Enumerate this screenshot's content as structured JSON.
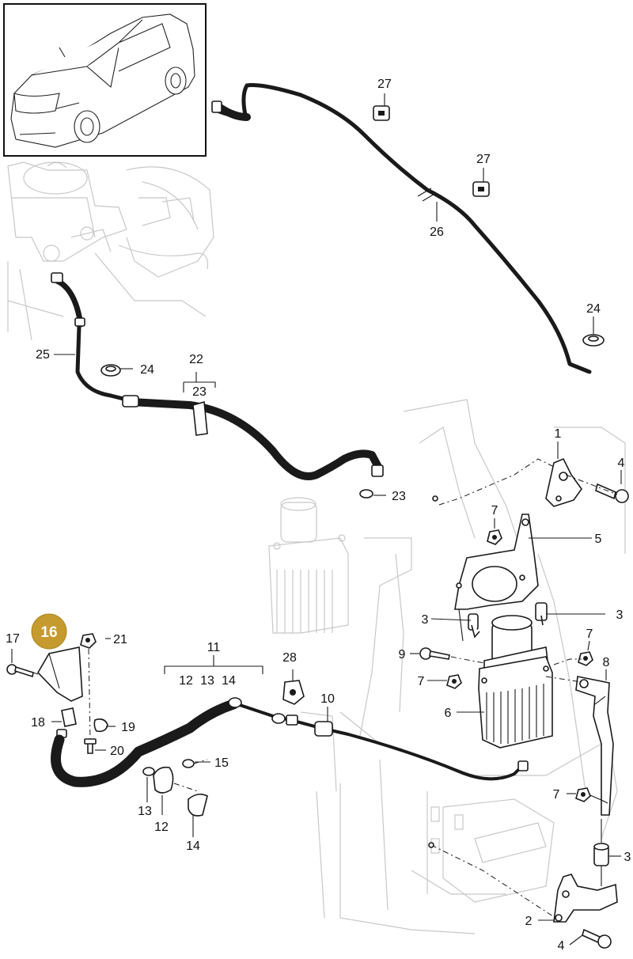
{
  "highlight": {
    "label": "16",
    "color": "#c59a2e"
  },
  "callouts": {
    "c1": "1",
    "c2": "2",
    "c3a": "3",
    "c3b": "3",
    "c3c": "3",
    "c4a": "4",
    "c4b": "4",
    "c5": "5",
    "c6": "6",
    "c7a": "7",
    "c7b": "7",
    "c7c": "7",
    "c7d": "7",
    "c8": "8",
    "c9": "9",
    "c10": "10",
    "c11": "11",
    "c12a": "12",
    "c12b": "12",
    "c13a": "13",
    "c13b": "13",
    "c14a": "14",
    "c14b": "14",
    "c15": "15",
    "c17": "17",
    "c18": "18",
    "c19": "19",
    "c20": "20",
    "c21": "21",
    "c22": "22",
    "c23a": "23",
    "c23b": "23",
    "c24a": "24",
    "c24b": "24",
    "c25": "25",
    "c26": "26",
    "c27a": "27",
    "c27b": "27",
    "c28": "28"
  },
  "colors": {
    "line": "#1a1a1a",
    "ghost": "#c8c8c8",
    "highlight": "#c59a2e"
  }
}
